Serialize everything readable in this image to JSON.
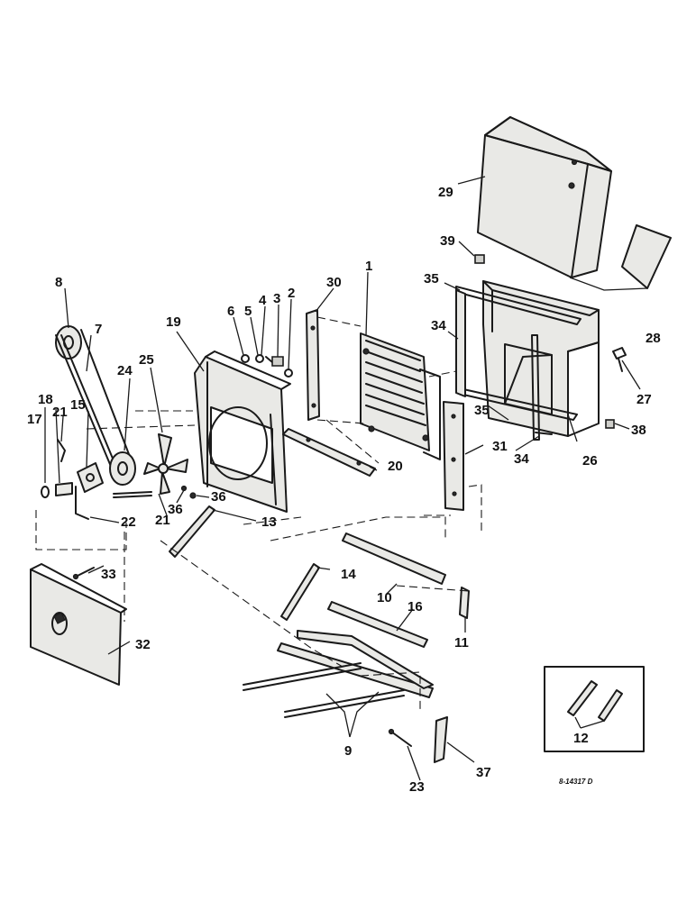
{
  "callouts": [
    "1",
    "2",
    "3",
    "4",
    "5",
    "6",
    "7",
    "8",
    "9",
    "10",
    "11",
    "12",
    "13",
    "14",
    "15",
    "16",
    "17",
    "18",
    "19",
    "20",
    "21",
    "21",
    "22",
    "23",
    "24",
    "25",
    "26",
    "27",
    "28",
    "29",
    "30",
    "31",
    "32",
    "33",
    "34",
    "34",
    "35",
    "35",
    "36",
    "36",
    "37",
    "38",
    "39"
  ],
  "drawing_number": "8-14317 D",
  "colors": {
    "ink": "#1a1a1a",
    "paper": "#ffffff",
    "panel": "#e9e9e6"
  }
}
